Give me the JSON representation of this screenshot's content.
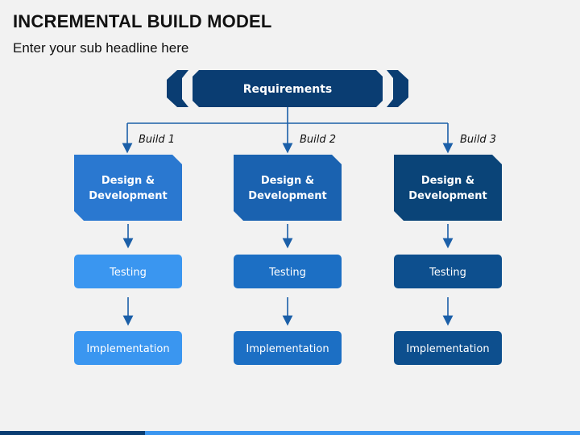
{
  "header": {
    "title": "INCREMENTAL BUILD MODEL",
    "subtitle": "Enter your sub headline here"
  },
  "requirements": {
    "label": "Requirements",
    "color": "#0a3d72"
  },
  "builds": [
    {
      "label": "Build 1",
      "design_line1": "Design &",
      "design_line2": "Development",
      "testing": "Testing",
      "implementation": "Implementation",
      "design_color": "#2a78d0",
      "step_color": "#3a96f0"
    },
    {
      "label": "Build 2",
      "design_line1": "Design &",
      "design_line2": "Development",
      "testing": "Testing",
      "implementation": "Implementation",
      "design_color": "#1a62b0",
      "step_color": "#1c6fc4"
    },
    {
      "label": "Build 3",
      "design_line1": "Design &",
      "design_line2": "Development",
      "testing": "Testing",
      "implementation": "Implementation",
      "design_color": "#0a4478",
      "step_color": "#0d4f8e"
    }
  ],
  "colors": {
    "connector": "#1b5fa8",
    "bottom_bar_primary": "#0a3d72",
    "bottom_bar_accent": "#3a96f0"
  }
}
